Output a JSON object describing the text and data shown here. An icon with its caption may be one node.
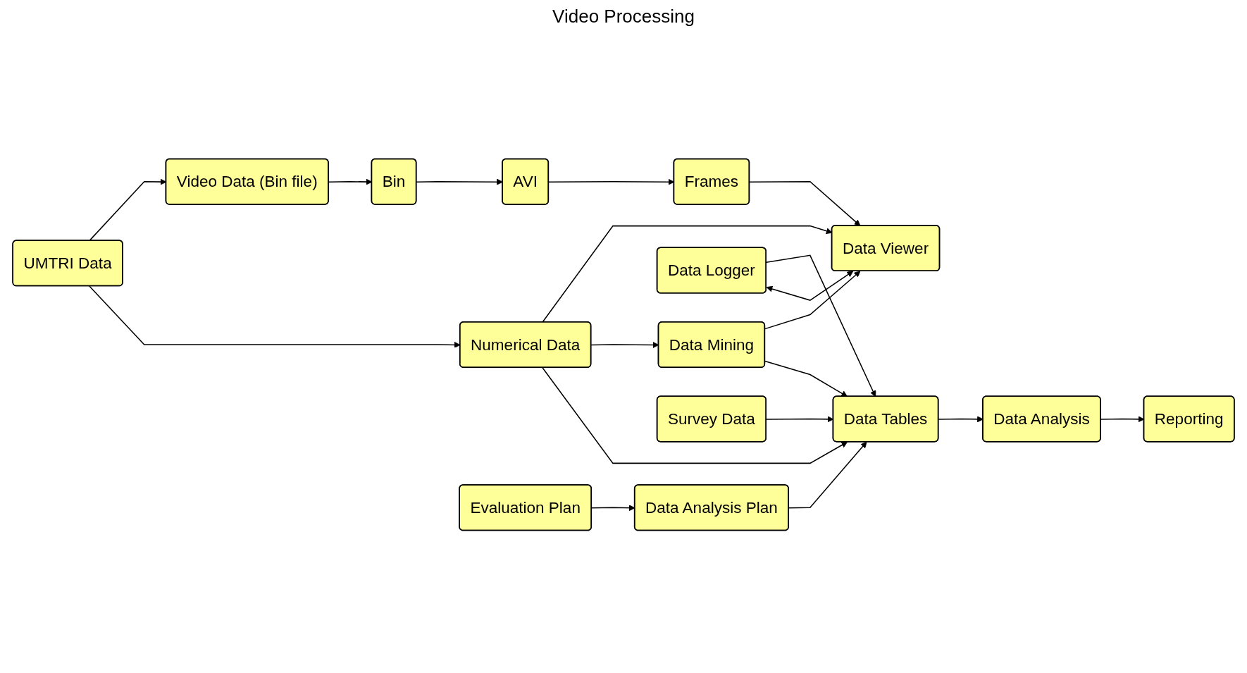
{
  "diagram": {
    "nodes": [
      {
        "text": [
          "UMTRI Data"
        ]
      },
      {
        "text": [
          "Video Data (Bin file)"
        ]
      },
      {
        "text": [
          "Numerical Data"
        ]
      },
      {
        "text": [
          "Bin"
        ]
      },
      {
        "text": [
          "AVI"
        ]
      },
      {
        "text": [
          "Frames"
        ]
      },
      {
        "text": [
          "Data Mining"
        ]
      },
      {
        "text": [
          "Data Logger"
        ]
      },
      {
        "text": [
          "Data Viewer"
        ]
      },
      {
        "text": [
          "Evaluation Plan"
        ]
      },
      {
        "text": [
          "Data Analysis Plan"
        ]
      },
      {
        "text": [
          "Data Tables"
        ]
      },
      {
        "text": [
          "Data Analysis"
        ]
      },
      {
        "text": [
          "Reporting"
        ]
      },
      {
        "text": [
          "Survey Data"
        ]
      }
    ],
    "edges": [
      {
        "from": 0,
        "to": 1,
        "arrow": "to"
      },
      {
        "from": 0,
        "to": 2,
        "arrow": "to"
      },
      {
        "from": 1,
        "to": 3,
        "arrow": "to"
      },
      {
        "from": 3,
        "to": 4,
        "arrow": "to"
      },
      {
        "from": 4,
        "to": 5,
        "arrow": "to"
      },
      {
        "from": 5,
        "to": 8,
        "arrow": "to"
      },
      {
        "from": 2,
        "to": 8,
        "arrow": "to"
      },
      {
        "from": 2,
        "to": 6,
        "arrow": "to"
      },
      {
        "from": 2,
        "to": 11,
        "arrow": "to"
      },
      {
        "from": 6,
        "to": 8,
        "arrow": "to"
      },
      {
        "from": 6,
        "to": 11,
        "arrow": "to"
      },
      {
        "from": 7,
        "to": 11,
        "arrow": "to"
      },
      {
        "from": 7,
        "to": 8,
        "arrow": "both"
      },
      {
        "from": 9,
        "to": 10,
        "arrow": "to"
      },
      {
        "from": 10,
        "to": 11,
        "arrow": "to"
      },
      {
        "from": 11,
        "to": 12,
        "arrow": "to"
      },
      {
        "from": 12,
        "to": 13,
        "arrow": "to"
      },
      {
        "from": 14,
        "to": 11,
        "arrow": "to"
      }
    ],
    "labels": [
      "Video Processing"
    ]
  }
}
